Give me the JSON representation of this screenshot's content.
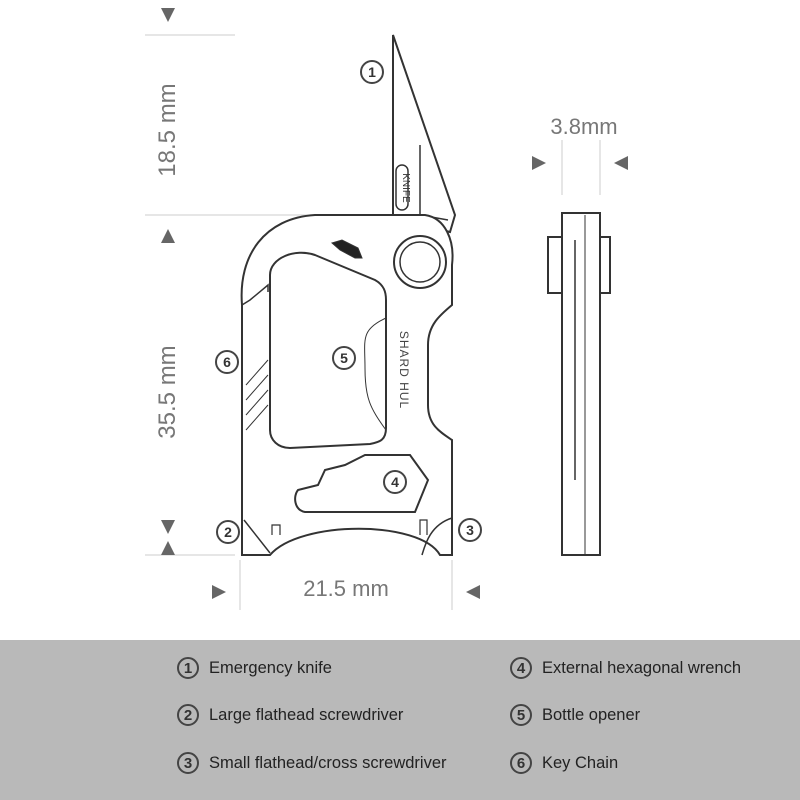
{
  "dimensions": {
    "knife_height": "18.5 mm",
    "body_height": "35.5 mm",
    "width": "21.5 mm",
    "thickness": "3.8mm"
  },
  "engravings": {
    "knife": "KNIFE",
    "brand": "SHARD HUL"
  },
  "callouts": [
    "1",
    "2",
    "3",
    "4",
    "5",
    "6"
  ],
  "legend": [
    {
      "num": "1",
      "label": "Emergency knife"
    },
    {
      "num": "2",
      "label": "Large flathead screwdriver"
    },
    {
      "num": "3",
      "label": "Small flathead/cross screwdriver"
    },
    {
      "num": "4",
      "label": "External hexagonal wrench"
    },
    {
      "num": "5",
      "label": "Bottle opener"
    },
    {
      "num": "6",
      "label": "Key Chain"
    }
  ]
}
